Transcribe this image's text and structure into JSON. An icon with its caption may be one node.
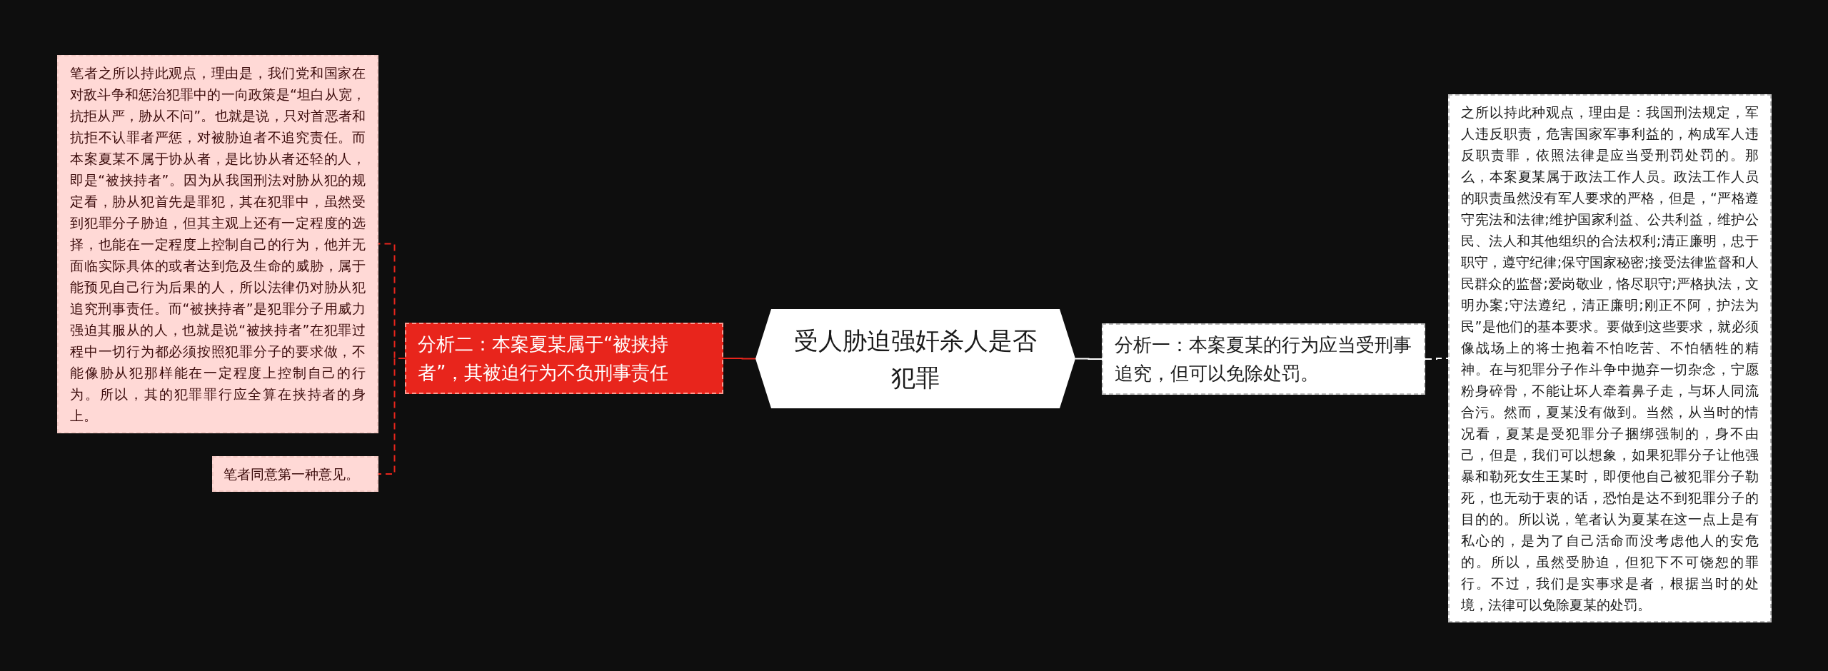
{
  "diagram": {
    "nodes": [
      {
        "text": [
          "受人胁迫强奸杀人是否犯罪"
        ]
      },
      {
        "text": [
          "分析二：本案夏某属于“被挟持者”，其被迫行为不负刑事责任"
        ]
      },
      {
        "text": [
          "笔者之所以持此观点，理由是，我们党和国家在对敌斗争和惩治犯罪中的一向政策是“坦白从宽，抗拒从严，胁从不问”。也就是说，只对首恶者和抗拒不认罪者严惩，对被胁迫者不追究责任。而本案夏某不属于协从者，是比协从者还轻的人，即是“被挟持者”。因为从我国刑法对胁从犯的规定看，胁从犯首先是罪犯，其在犯罪中，虽然受到犯罪分子胁迫，但其主观上还有一定程度的选择，也能在一定程度上控制自己的行为，他并无面临实际具体的或者达到危及生命的威胁，属于能预见自己行为后果的人，所以法律仍对胁从犯追究刑事责任。而“被挟持者”是犯罪分子用威力强迫其服从的人，也就是说“被挟持者”在犯罪过程中一切行为都必须按照犯罪分子的要求做，不能像胁从犯那样能在一定程度上控制自己的行为。所以，其的犯罪罪行应全算在挟持者的身上。"
        ]
      },
      {
        "text": [
          "笔者同意第一种意见。"
        ]
      },
      {
        "text": [
          "分析一：本案夏某的行为应当受刑事追究，但可以免除处罚。"
        ]
      },
      {
        "text": [
          "之所以持此种观点，理由是：我国刑法规定，军人违反职责，危害国家军事利益的，构成军人违反职责罪，依照法律是应当受刑罚处罚的。那么，本案夏某属于政法工作人员。政法工作人员的职责虽然没有军人要求的严格，但是，“严格遵守宪法和法律;维护国家利益、公共利益，维护公民、法人和其他组织的合法权利;清正廉明，忠于职守，遵守纪律;保守国家秘密;接受法律监督和人民群众的监督;爱岗敬业，恪尽职守;严格执法，文明办案;守法遵纪，清正廉明;刚正不阿，护法为民”是他们的基本要求。要做到这些要求，就必须像战场上的将士抱着不怕吃苦、不怕牺牲的精神。在与犯罪分子作斗争中抛弃一切杂念，宁愿粉身碎骨，不能让坏人牵着鼻子走，与坏人同流合污。然而，夏某没有做到。当然，从当时的情况看，夏某是受犯罪分子捆绑强制的，身不由己，但是，我们可以想象，如果犯罪分子让他强暴和勒死女生王某时，即便他自己被犯罪分子勒死，也无动于衷的话，恐怕是达不到犯罪分子的目的的。所以说，笔者认为夏某在这一点上是有私心的，是为了自己活命而没考虑他人的安危的。所以，虽然受胁迫，但犯下不可饶恕的罪行。不过，我们是实事求是者，根据当时的处境，法律可以免除夏某的处罚。"
        ]
      }
    ],
    "edges": [
      {
        "from": 0,
        "to": 1,
        "arrow": "none"
      },
      {
        "from": 1,
        "to": 2,
        "arrow": "none",
        "style": "dashed"
      },
      {
        "from": 1,
        "to": 3,
        "arrow": "none",
        "style": "dashed"
      },
      {
        "from": 0,
        "to": 4,
        "arrow": "none",
        "color": "#ffffff"
      },
      {
        "from": 4,
        "to": 5,
        "arrow": "none",
        "style": "dashed",
        "color": "#ffffff"
      }
    ]
  }
}
